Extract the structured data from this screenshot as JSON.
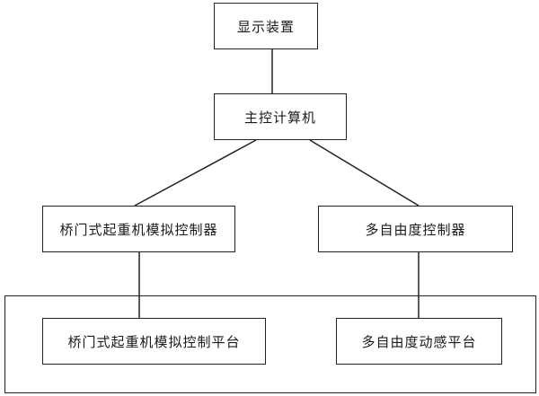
{
  "diagram": {
    "nodes": {
      "display": {
        "label": "显示装置"
      },
      "main_computer": {
        "label": "主控计算机"
      },
      "crane_controller": {
        "label": "桥门式起重机模拟控制器"
      },
      "dof_controller": {
        "label": "多自由度控制器"
      },
      "crane_platform": {
        "label": "桥门式起重机模拟控制平台"
      },
      "dof_platform": {
        "label": "多自由度动感平台"
      }
    },
    "edges": [
      {
        "from": "display",
        "to": "main_computer"
      },
      {
        "from": "main_computer",
        "to": "crane_controller"
      },
      {
        "from": "main_computer",
        "to": "dof_controller"
      },
      {
        "from": "crane_controller",
        "to": "crane_platform"
      },
      {
        "from": "dof_controller",
        "to": "dof_platform"
      }
    ],
    "colors": {
      "line": "#222222",
      "background": "#ffffff"
    }
  }
}
